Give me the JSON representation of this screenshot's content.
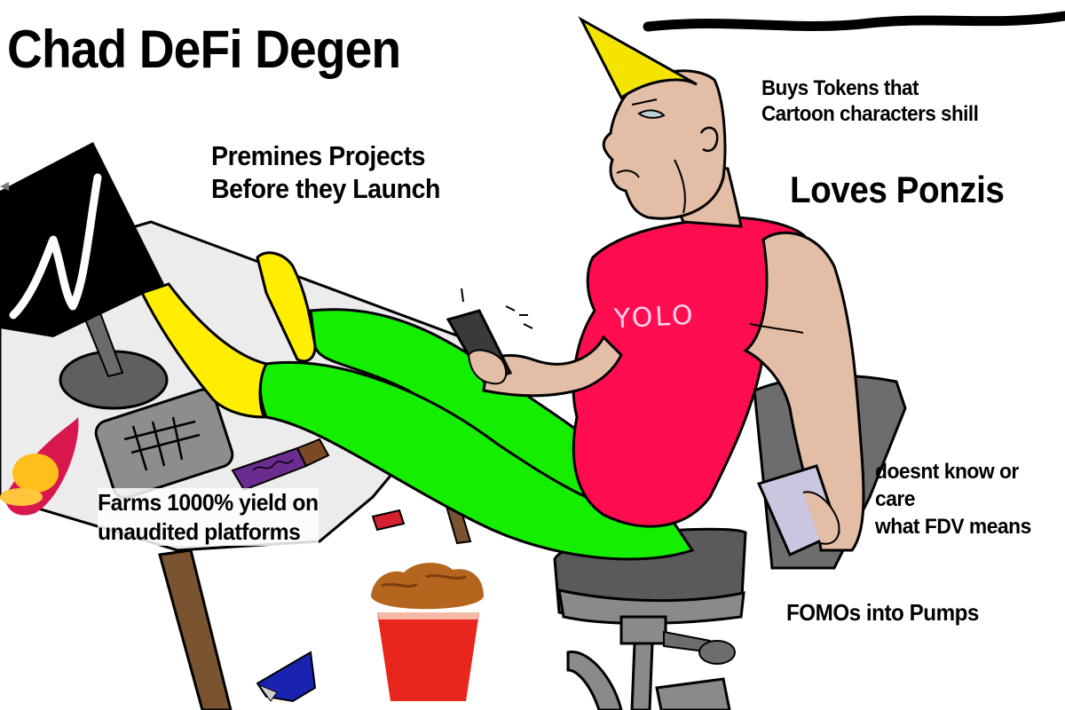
{
  "meme": {
    "title": "Chad DeFi Degen",
    "captions": {
      "premine_line1": "Premines Projects",
      "premine_line2": "Before they Launch",
      "buys_line1": "Buys Tokens that",
      "buys_line2": "Cartoon characters shill",
      "ponzis": "Loves Ponzis",
      "farms_line1": "Farms 1000% yield on",
      "farms_line2": "unaudited platforms",
      "fdv_line1": "doesnt know or",
      "fdv_line2": "care",
      "fdv_line3": "what FDV means",
      "fomo": "FOMOs into Pumps"
    },
    "shirt_text": "YOLO",
    "colors": {
      "hair": "#f5e400",
      "skin": "#e3bda5",
      "shirt": "#ff0d4e",
      "pants": "#16ee00",
      "socks": "#ffee00",
      "chair_dark": "#5a5a5a",
      "chair_light": "#8a8a8a",
      "desk": "#ececec",
      "monitor": "#000000",
      "bucket": "#e8261e",
      "cup": "#c9c6e0"
    },
    "icons": [
      "wojak-monitor-icon",
      "sushi-logo-icon",
      "chicken-bucket-icon",
      "phone-icon",
      "usb-stick-icon",
      "coffee-cup-icon"
    ]
  }
}
